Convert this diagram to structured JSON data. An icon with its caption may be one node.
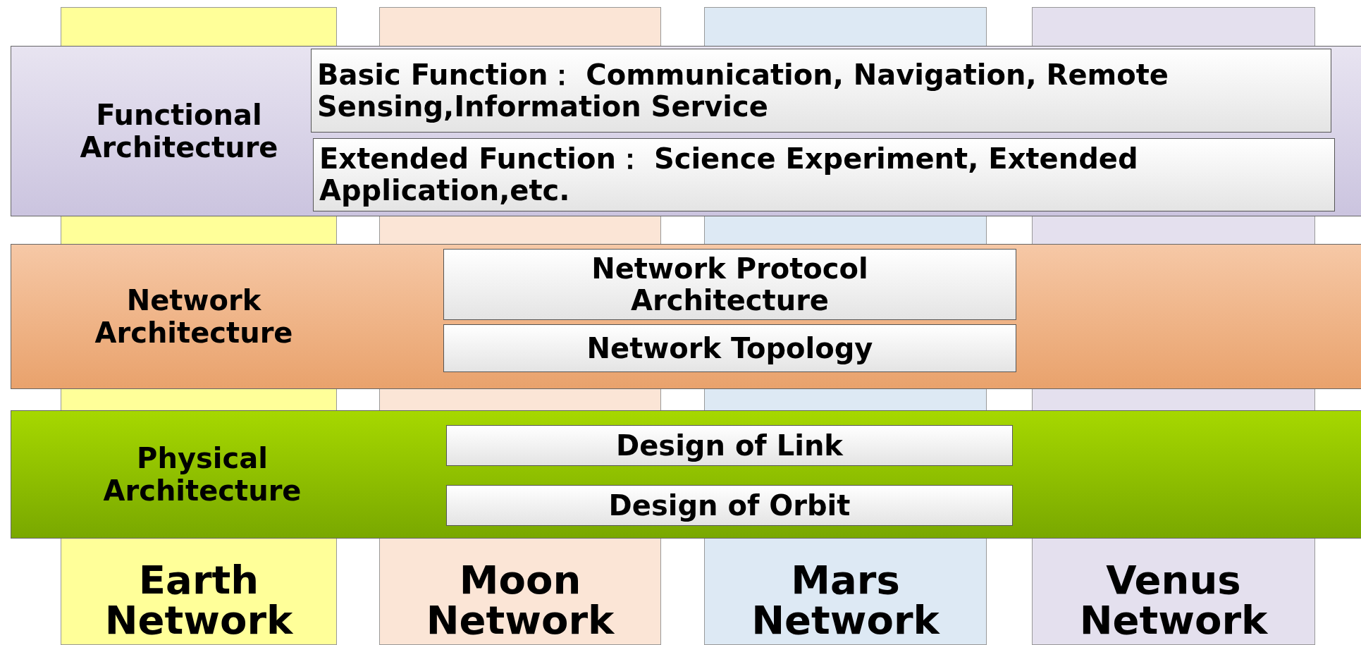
{
  "diagram": {
    "nodes": [
      {
        "text": [
          "Earth Network"
        ]
      },
      {
        "text": [
          "Moon Network"
        ]
      },
      {
        "text": [
          "Mars Network"
        ]
      },
      {
        "text": [
          "Venus Network"
        ]
      },
      {
        "text": [
          "Functional Architecture"
        ]
      },
      {
        "text": [
          "Basic Function： Communication, Navigation, Remote Sensing,Information Service"
        ],
        "in": 4
      },
      {
        "text": [
          "Extended Function： Science Experiment, Extended Application,etc."
        ],
        "in": 4
      },
      {
        "text": [
          "Network Architecture"
        ]
      },
      {
        "text": [
          "Network Protocol Architecture"
        ],
        "in": 7
      },
      {
        "text": [
          "Network Topology"
        ],
        "in": 7
      },
      {
        "text": [
          "Physical Architecture"
        ]
      },
      {
        "text": [
          "Design of Link"
        ],
        "in": 10
      },
      {
        "text": [
          "Design of Orbit"
        ],
        "in": 10
      }
    ],
    "edges": []
  }
}
